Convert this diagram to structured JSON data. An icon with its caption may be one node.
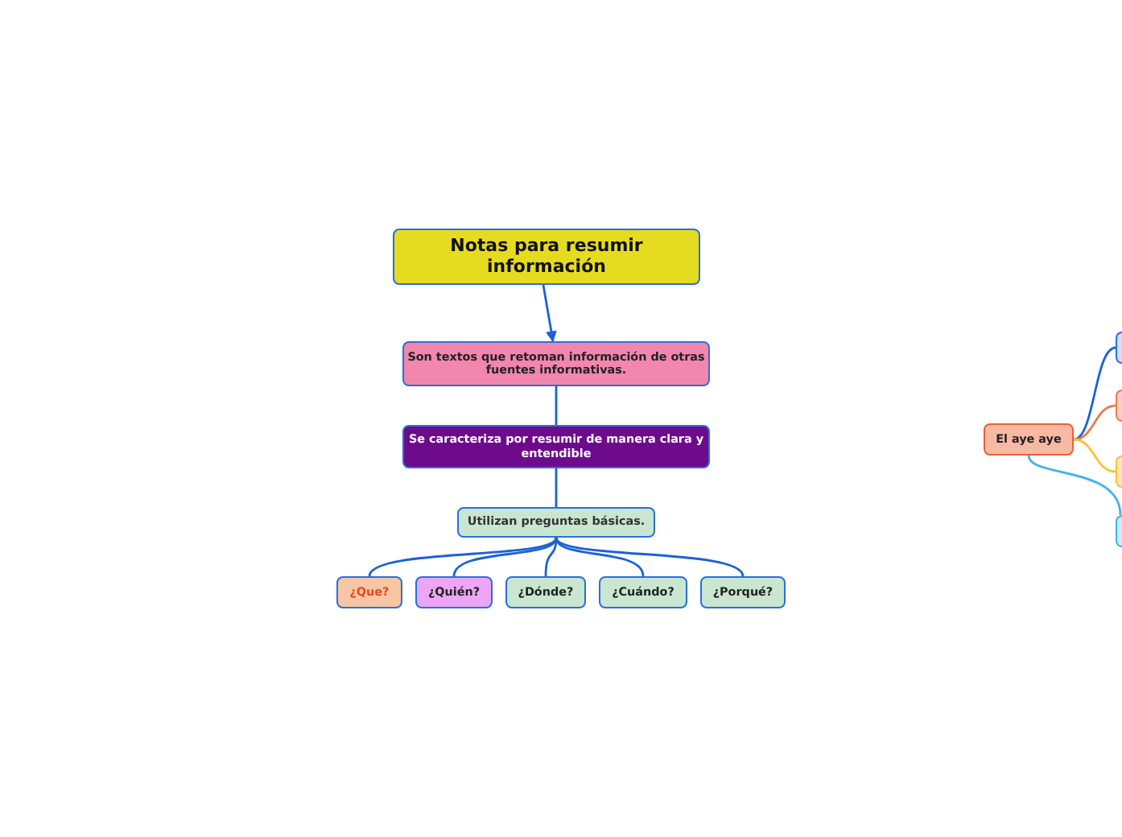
{
  "diagram": {
    "nodes": [
      {
        "text": [
          "Notas para resumir información"
        ]
      },
      {
        "text": [
          "Son textos que retoman información de otras fuentes informativas."
        ]
      },
      {
        "text": [
          "Se caracteriza por resumir de manera clara y entendible"
        ]
      },
      {
        "text": [
          "Utilizan preguntas básicas."
        ]
      },
      {
        "text": [
          "¿Que?"
        ]
      },
      {
        "text": [
          "¿Quién?"
        ]
      },
      {
        "text": [
          "¿Dónde?"
        ]
      },
      {
        "text": [
          "¿Cuándo?"
        ]
      },
      {
        "text": [
          "¿Porqué?"
        ]
      },
      {
        "text": [
          "El aye aye"
        ]
      },
      {
        "text": [],
        "shape": "box"
      },
      {
        "text": [],
        "shape": "box"
      },
      {
        "text": [],
        "shape": "box"
      },
      {
        "text": [],
        "shape": "box"
      }
    ],
    "edges": [
      {
        "from": 0,
        "to": 1,
        "arrow": "to"
      },
      {
        "from": 1,
        "to": 2,
        "arrow": "none"
      },
      {
        "from": 2,
        "to": 3,
        "arrow": "none"
      },
      {
        "from": 3,
        "to": 4,
        "arrow": "none"
      },
      {
        "from": 3,
        "to": 5,
        "arrow": "none"
      },
      {
        "from": 3,
        "to": 6,
        "arrow": "none"
      },
      {
        "from": 3,
        "to": 7,
        "arrow": "none"
      },
      {
        "from": 3,
        "to": 8,
        "arrow": "none"
      },
      {
        "from": 9,
        "to": 10,
        "arrow": "none"
      },
      {
        "from": 9,
        "to": 11,
        "arrow": "none",
        "color": "#f07a50"
      },
      {
        "from": 9,
        "to": 12,
        "arrow": "none",
        "color": "#f7c23a"
      },
      {
        "from": 9,
        "to": 13,
        "arrow": "none",
        "color": "#3fb4ee"
      }
    ]
  }
}
